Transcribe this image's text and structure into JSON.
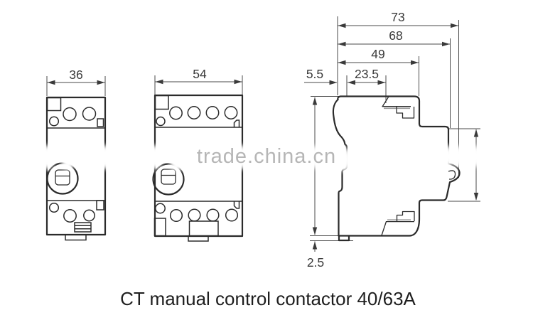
{
  "caption": {
    "text": "CT manual control contactor 40/63A"
  },
  "watermark": {
    "text": "trade.china.cn"
  },
  "front_view_small": {
    "width_label": "36"
  },
  "front_view_large": {
    "width_label": "54"
  },
  "side_view": {
    "depth_total": "73",
    "depth_body": "68",
    "depth_front": "49",
    "front_step": "5.5",
    "front_section": "23.5",
    "foot_height": "2.5"
  },
  "colors": {
    "line": "#2b2b2b",
    "dimension_text": "#3a3a3a",
    "watermark": "#b6b6b6",
    "caption": "#1e1e1e",
    "background": "#ffffff"
  }
}
